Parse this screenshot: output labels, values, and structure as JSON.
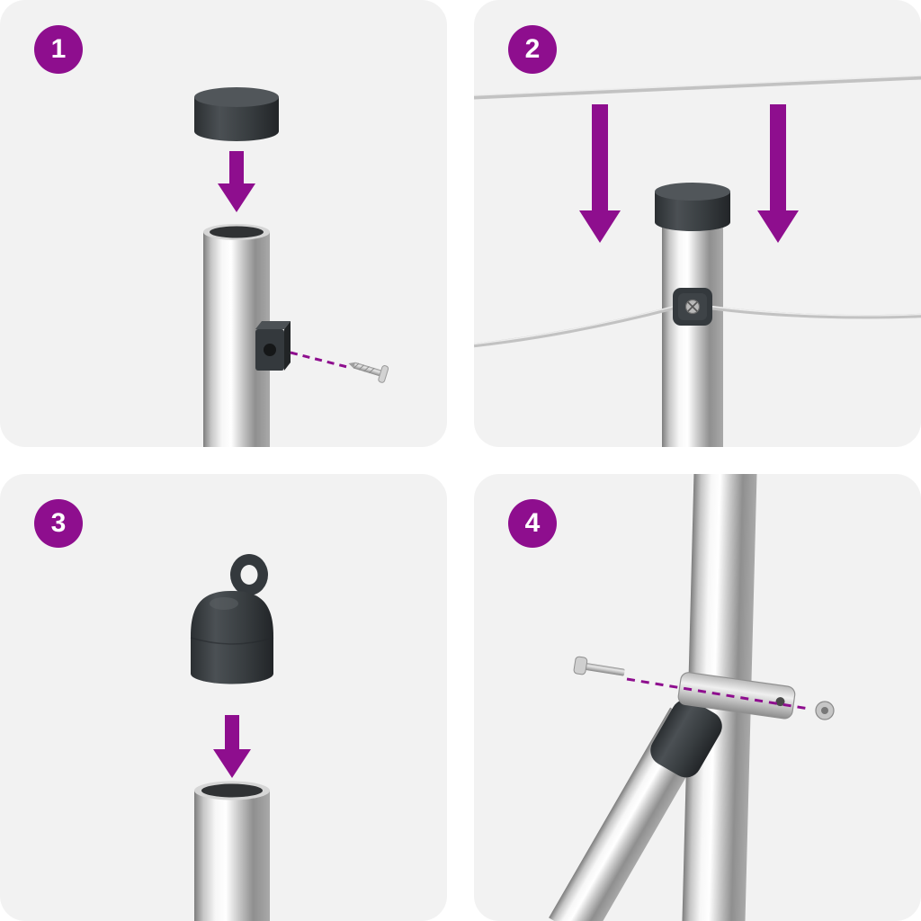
{
  "colors": {
    "accent": "#8E0E8E",
    "panel_background": "#F2F2F2",
    "page_background": "#FFFFFF",
    "cap_dark": "#34393D",
    "metal_light": "#E8E8E8",
    "wire_gray": "#C2C2C2"
  },
  "steps": [
    {
      "number": "1",
      "illustration": "push-cap-onto-post-and-screw-wire-clamp"
    },
    {
      "number": "2",
      "illustration": "lower-tension-wires-into-post-clamp"
    },
    {
      "number": "3",
      "illustration": "push-eyelet-cap-onto-post"
    },
    {
      "number": "4",
      "illustration": "bolt-brace-clamp-to-post"
    }
  ]
}
